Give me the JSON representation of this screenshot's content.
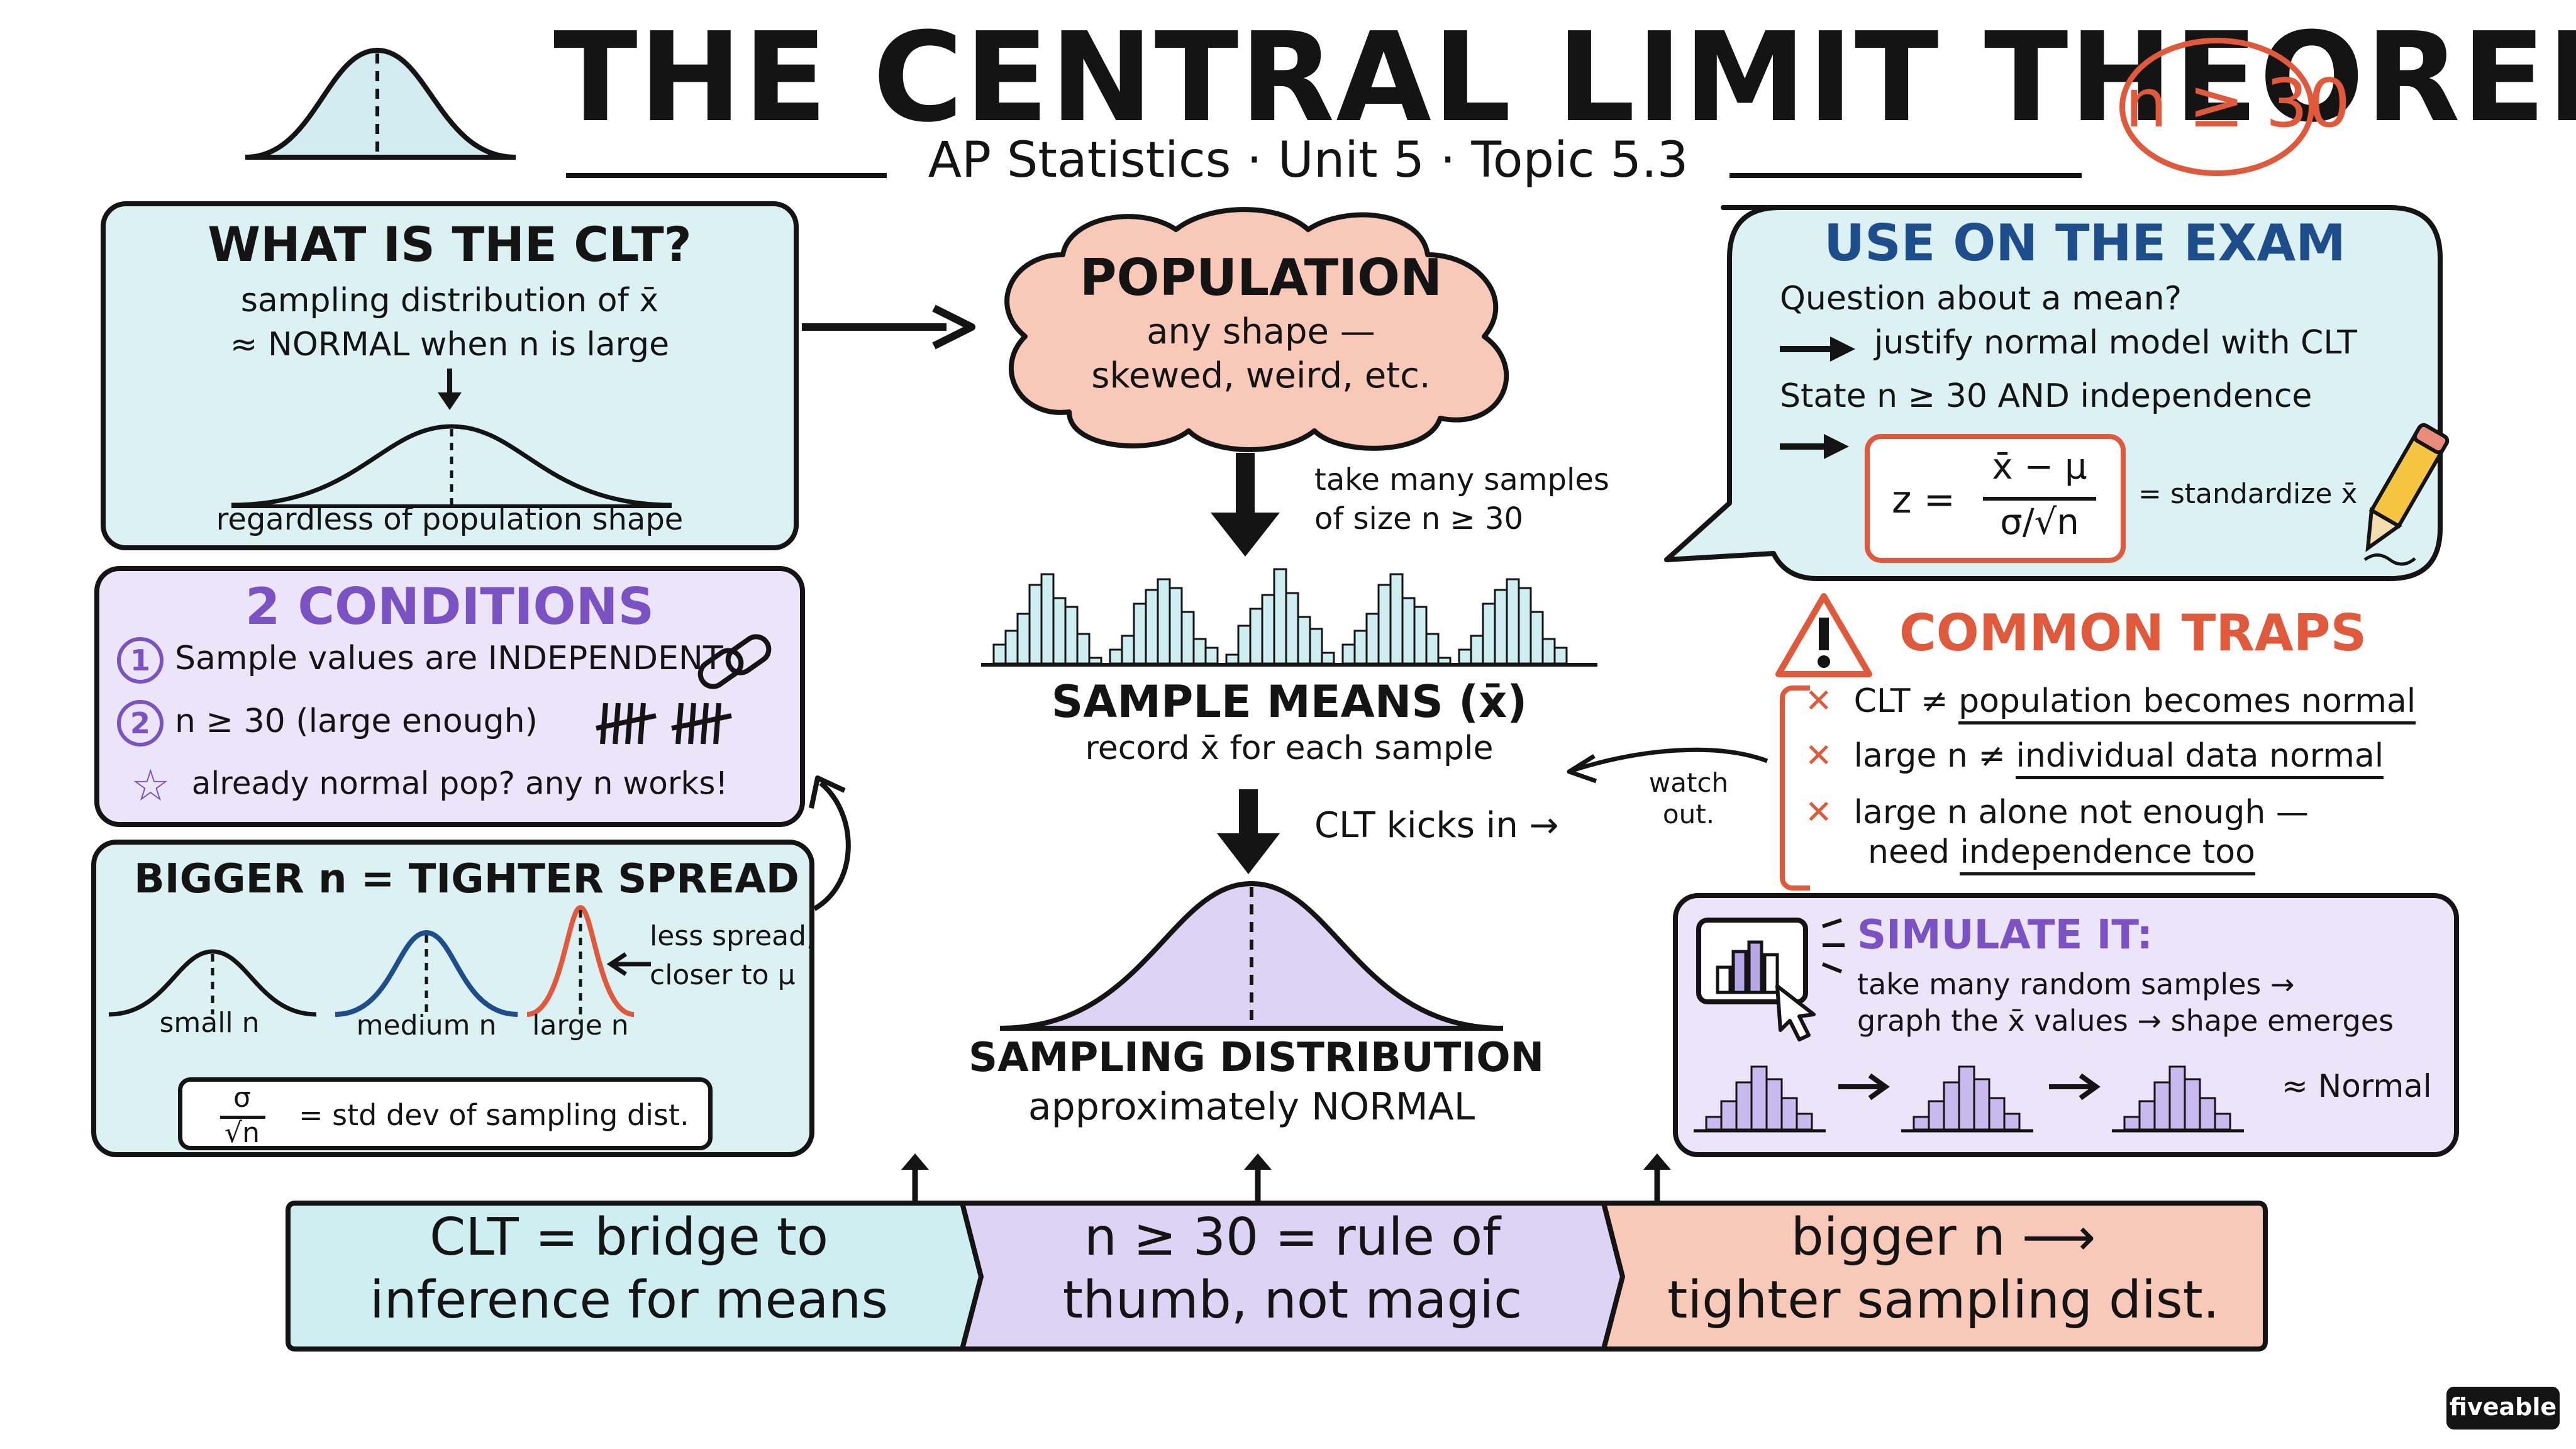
{
  "header": {
    "title": "THE CENTRAL LIMIT THEOREM",
    "subtitle": "AP Statistics · Unit 5 · Topic 5.3",
    "badge": "n ≥ 30"
  },
  "what_is": {
    "title": "WHAT IS THE CLT?",
    "line1": "sampling distribution of x̄",
    "line2": "≈ NORMAL when n is large",
    "caption": "regardless of population shape"
  },
  "conditions": {
    "title": "2 CONDITIONS",
    "items": [
      {
        "marker": "1",
        "text": "Sample values are INDEPENDENT"
      },
      {
        "marker": "2",
        "text": "n ≥ 30 (large enough)"
      },
      {
        "marker": "☆",
        "text": "already normal pop? any n works!"
      }
    ]
  },
  "bigger_n": {
    "title": "BIGGER n = TIGHTER SPREAD",
    "curve_labels": [
      "small n",
      "medium n",
      "large n"
    ],
    "note_line1": "less spread,",
    "note_line2": "closer to μ",
    "formula_num": "σ",
    "formula_den": "√n",
    "formula_text": "= std dev of sampling dist."
  },
  "center": {
    "population_title": "POPULATION",
    "population_line1": "any shape —",
    "population_line2": "skewed, weird, etc.",
    "arrow_note_line1": "take many samples",
    "arrow_note_line2": "of size n ≥ 30",
    "means_title": "SAMPLE MEANS (x̄)",
    "means_sub": "record x̄ for each sample",
    "kicks_in": "CLT kicks in →",
    "sampling_title": "SAMPLING DISTRIBUTION",
    "sampling_sub": "approximately NORMAL"
  },
  "exam": {
    "title": "USE ON THE EXAM",
    "line1": "Question about a mean?",
    "line2": "justify normal model with CLT",
    "line3": "State n ≥ 30 AND independence",
    "z": "z =",
    "z_num": "x̄ − μ",
    "z_den": "σ/√n",
    "z_note": "= standardize x̄"
  },
  "traps": {
    "title": "COMMON TRAPS",
    "watch_line1": "watch",
    "watch_line2": "out.",
    "items": [
      {
        "a": "CLT ≠ ",
        "b": "population becomes normal",
        "c": ""
      },
      {
        "a": "large n ≠ ",
        "b": "individual data normal",
        "c": ""
      },
      {
        "a": "large n alone not enough —",
        "b": "",
        "c": ""
      }
    ],
    "item3_line2a": "need ",
    "item3_line2b": "independence too"
  },
  "simulate": {
    "title": "SIMULATE IT:",
    "line1": "take many random samples →",
    "line2": "graph the x̄ values → shape emerges",
    "normal_label": "≈ Normal"
  },
  "footer": {
    "left": [
      "CLT = bridge to",
      "inference for means"
    ],
    "middle": [
      "n ≥ 30 = rule of",
      "thumb, not magic"
    ],
    "right": [
      "bigger n ⟶",
      "tighter sampling dist."
    ],
    "logo": "fiveable"
  },
  "colors": {
    "teal": "#dcf1f3",
    "lavender": "#ece5fa",
    "salmon": "#f8c8b8",
    "accent_red": "#e0593b",
    "accent_blue": "#1e4d8c",
    "accent_purple": "#7a52c4"
  }
}
